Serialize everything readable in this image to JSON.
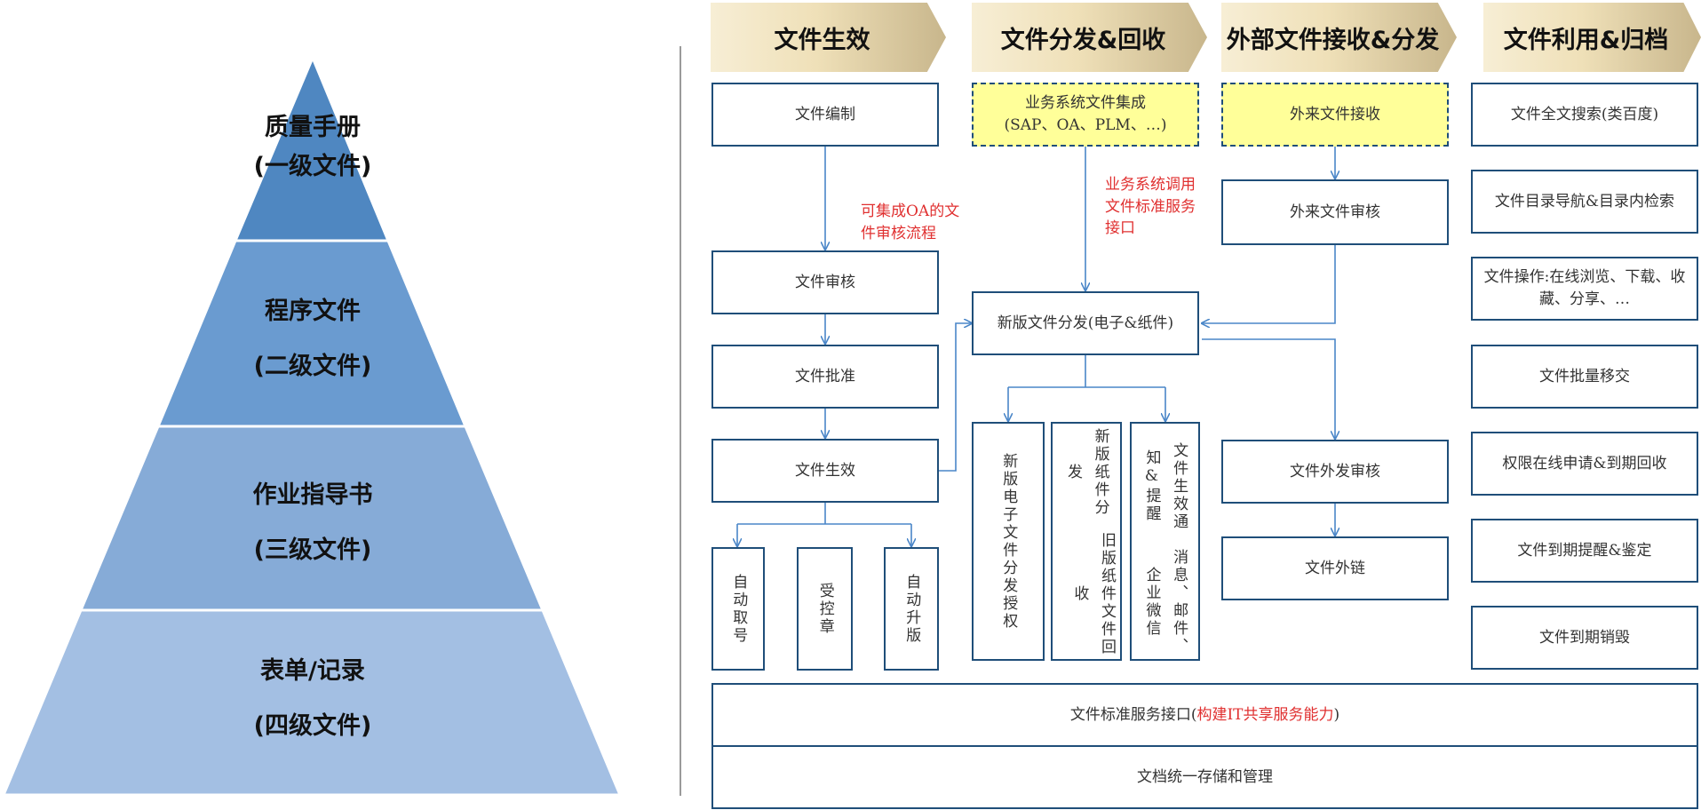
{
  "pyramid": {
    "levels": [
      {
        "line1": "质量手册",
        "line2": "(一级文件)",
        "color": "#4f87c1"
      },
      {
        "line1": "程序文件",
        "line2": "(二级文件)",
        "color": "#6a9bd0"
      },
      {
        "line1": "作业指导书",
        "line2": "(三级文件)",
        "color": "#86abd7"
      },
      {
        "line1": "表单/记录",
        "line2": "(四级文件)",
        "color": "#a3bfe3"
      }
    ]
  },
  "headers": [
    "文件生效",
    "文件分发&回收",
    "外部文件接收&分发",
    "文件利用&归档"
  ],
  "col1": {
    "compile": "文件编制",
    "note": "可集成OA的文件审核流程",
    "review": "文件审核",
    "approve": "文件批准",
    "effective": "文件生效",
    "auto_number": "自动取号",
    "controlled_seal": "受控章",
    "auto_upgrade": "自动升版"
  },
  "col2": {
    "integration_line1": "业务系统文件集成",
    "integration_line2": "(SAP、OA、PLM、…)",
    "note": "业务系统调用文件标准服务接口",
    "distribute": "新版文件分发(电子&纸件)",
    "e_auth": "新版电子文件分发授权",
    "paper_new": "新版纸件分发",
    "paper_old": "旧版纸件文件回收",
    "notify_main": "文件生效通知&提醒",
    "notify_channels": "消息、邮件、企业微信"
  },
  "col3": {
    "receive": "外来文件接收",
    "ext_review": "外来文件审核",
    "out_review": "文件外发审核",
    "out_link": "文件外链"
  },
  "col4": {
    "items": [
      "文件全文搜索(类百度)",
      "文件目录导航&目录内检索",
      "文件操作:在线浏览、下载、收藏、分享、…",
      "文件批量移交",
      "权限在线申请&到期回收",
      "文件到期提醒&鉴定",
      "文件到期销毁"
    ]
  },
  "bottom": {
    "api_prefix": "文件标准服务接口(",
    "api_red": "构建IT共享服务能力",
    "api_suffix": ")",
    "storage": "文档统一存储和管理"
  },
  "colors": {
    "box_border": "#1f4e79",
    "arrow": "#4a86c8",
    "note_red": "#e03030",
    "yellow_fill": "#ffff99"
  }
}
